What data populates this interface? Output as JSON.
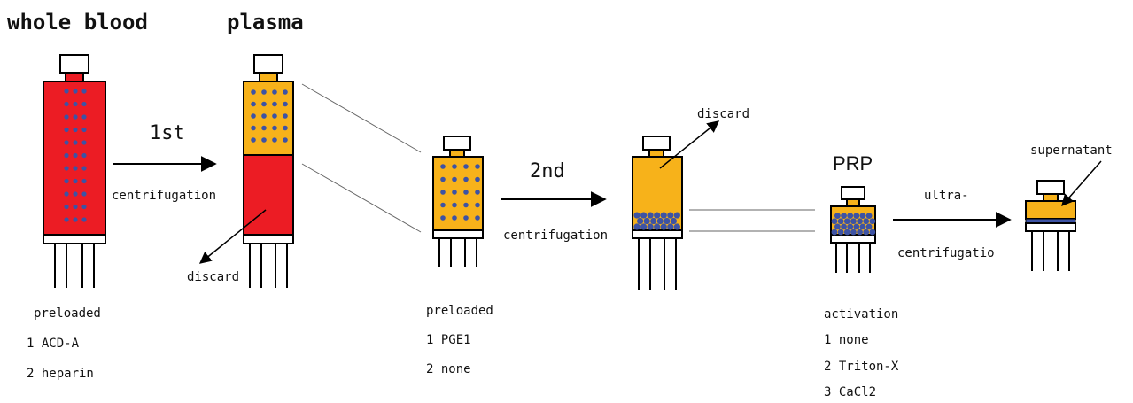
{
  "colors": {
    "blood": "#ec1c24",
    "plasma": "#f7b21a",
    "cells": "#3d53a4",
    "stroke": "#000000",
    "line": "#555555"
  },
  "labels": {
    "whole_blood": "whole blood",
    "plasma": "plasma",
    "step1": "1st",
    "step1_sub": "centrifugation",
    "discard1": "discard",
    "step2": "2nd",
    "step2_sub": "centrifugation",
    "discard2": "discard",
    "prp": "PRP",
    "ultra": "ultra-",
    "ultra_sub": "centrifugatio",
    "supernatant": "supernatant"
  },
  "notes": {
    "preloaded1": {
      "title": "preloaded",
      "items": [
        "1 ACD-A",
        "2 heparin"
      ]
    },
    "preloaded2": {
      "title": "preloaded",
      "items": [
        "1 PGE1",
        "2 none"
      ]
    },
    "activation": {
      "title": "activation",
      "items": [
        "1 none",
        "2 Triton-X",
        "3 CaCl2"
      ]
    }
  }
}
